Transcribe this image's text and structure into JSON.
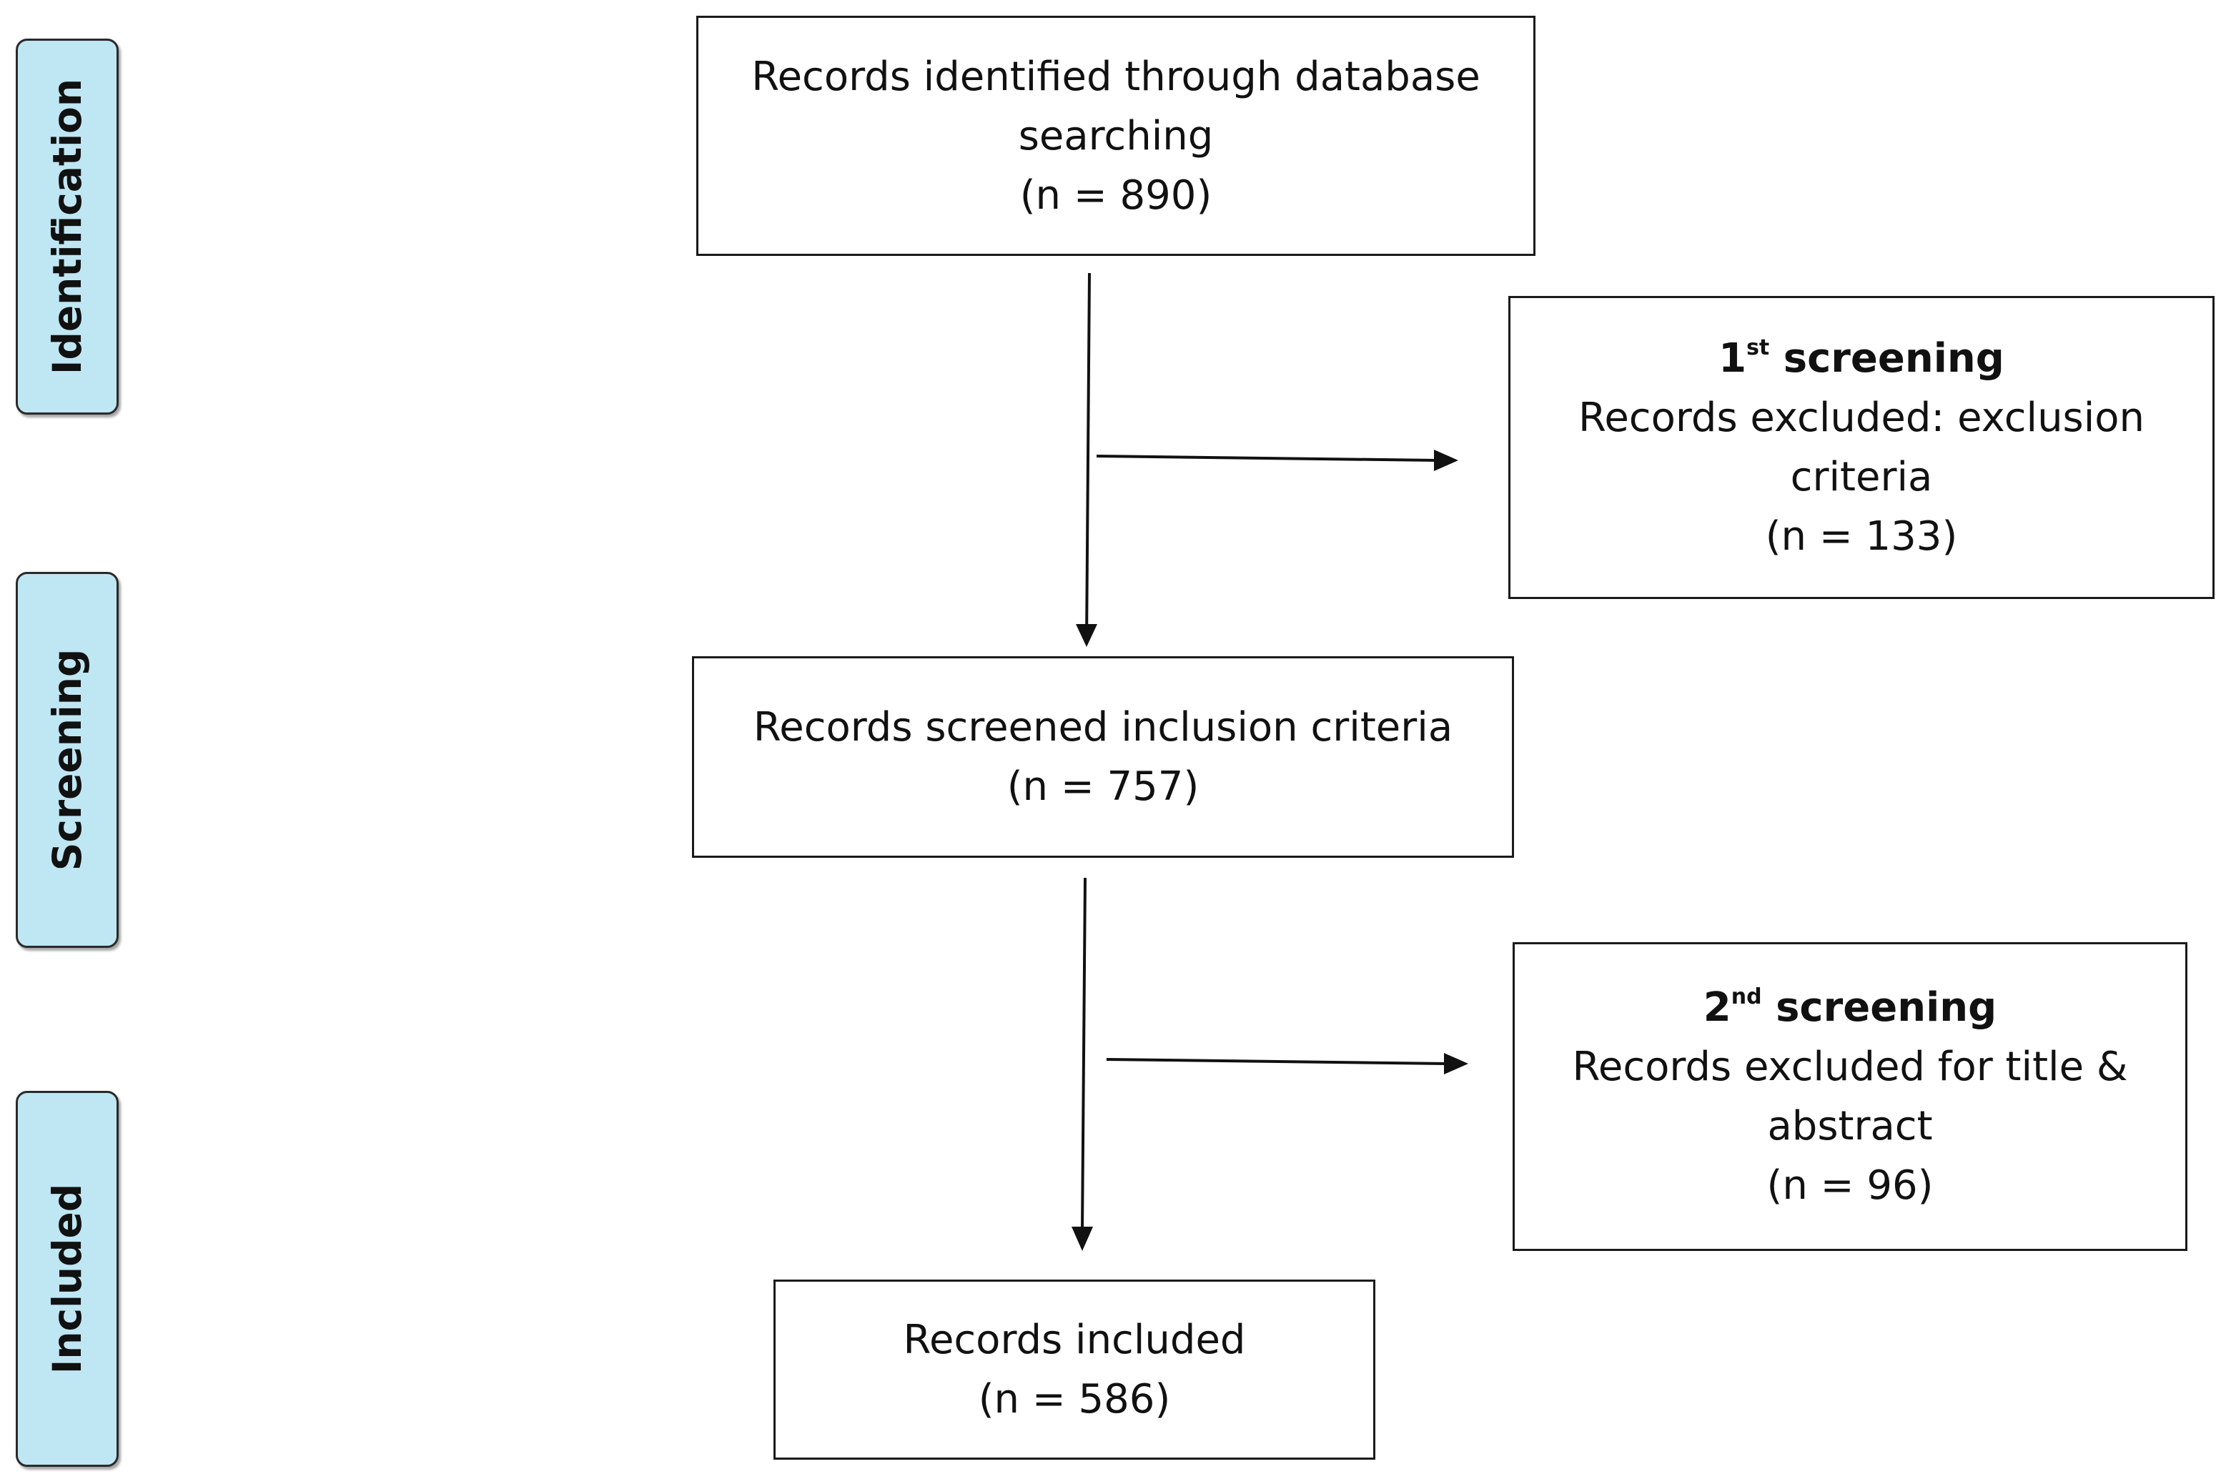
{
  "stages": [
    {
      "id": "identification",
      "label": "Identification"
    },
    {
      "id": "screening",
      "label": "Screening"
    },
    {
      "id": "included",
      "label": "Included"
    }
  ],
  "boxes": {
    "identified": {
      "line1": "Records identified through database",
      "line2": "searching",
      "count": "(n = 890)"
    },
    "excluded_first": {
      "heading_num": "1",
      "heading_sup": "st",
      "heading_text": "screening",
      "line1": "Records excluded: exclusion",
      "line2": "criteria",
      "count": "(n = 133)"
    },
    "screened": {
      "line1": "Records screened inclusion criteria",
      "count": "(n = 757)"
    },
    "excluded_second": {
      "heading_num": "2",
      "heading_sup": "nd",
      "heading_text": "screening",
      "line1": "Records excluded for title &",
      "line2": "abstract",
      "count": "(n = 96)"
    },
    "included": {
      "line1": "Records included",
      "count": "(n = 586)"
    }
  },
  "colors": {
    "stage_fill": "#bfe6f3",
    "stroke": "#1a1a1a",
    "text": "#111111"
  }
}
